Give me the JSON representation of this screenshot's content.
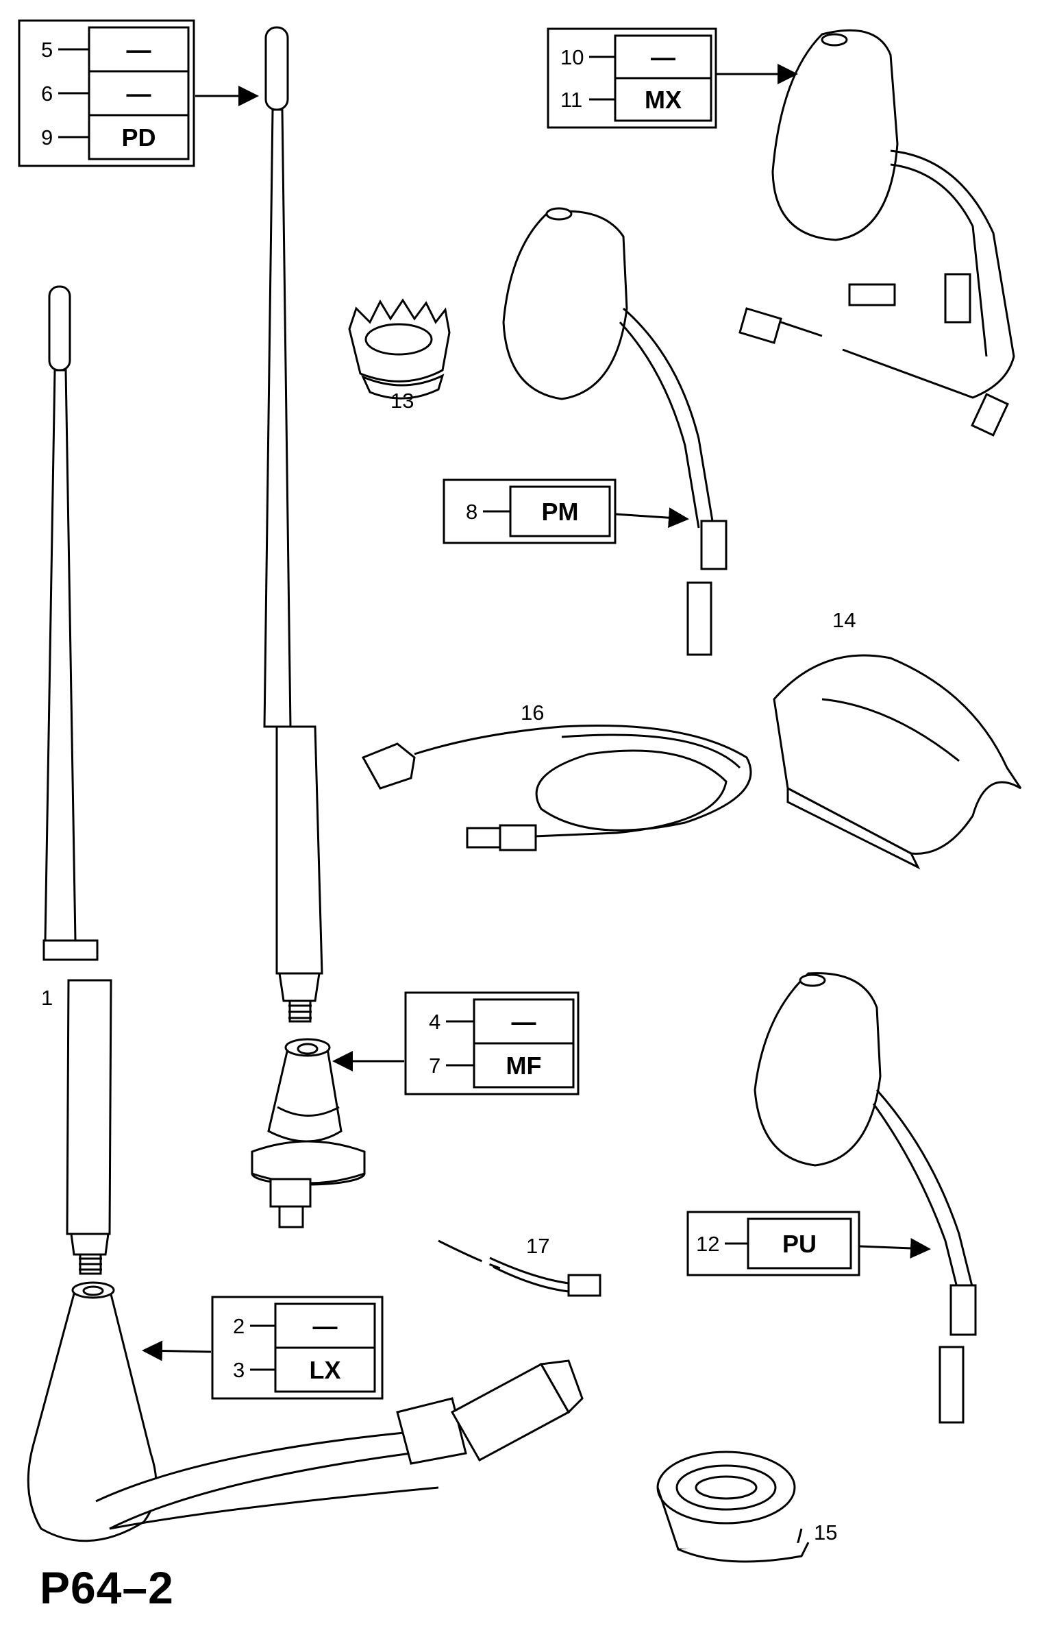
{
  "page_code": "P64–2",
  "callout_boxes": [
    {
      "id": "box-5-6-9",
      "rows": [
        {
          "num": "5",
          "label": "—"
        },
        {
          "num": "6",
          "label": "—"
        },
        {
          "num": "9",
          "label": "PD"
        }
      ]
    },
    {
      "id": "box-10-11",
      "rows": [
        {
          "num": "10",
          "label": "—"
        },
        {
          "num": "11",
          "label": "MX"
        }
      ]
    },
    {
      "id": "box-8",
      "rows": [
        {
          "num": "8",
          "label": "PM"
        }
      ]
    },
    {
      "id": "box-4-7",
      "rows": [
        {
          "num": "4",
          "label": "—"
        },
        {
          "num": "7",
          "label": "MF"
        }
      ]
    },
    {
      "id": "box-12",
      "rows": [
        {
          "num": "12",
          "label": "PU"
        }
      ]
    },
    {
      "id": "box-2-3",
      "rows": [
        {
          "num": "2",
          "label": "—"
        },
        {
          "num": "3",
          "label": "LX"
        }
      ]
    }
  ],
  "part_numbers": {
    "p1": "1",
    "p13": "13",
    "p14": "14",
    "p15": "15",
    "p16": "16",
    "p17": "17"
  }
}
